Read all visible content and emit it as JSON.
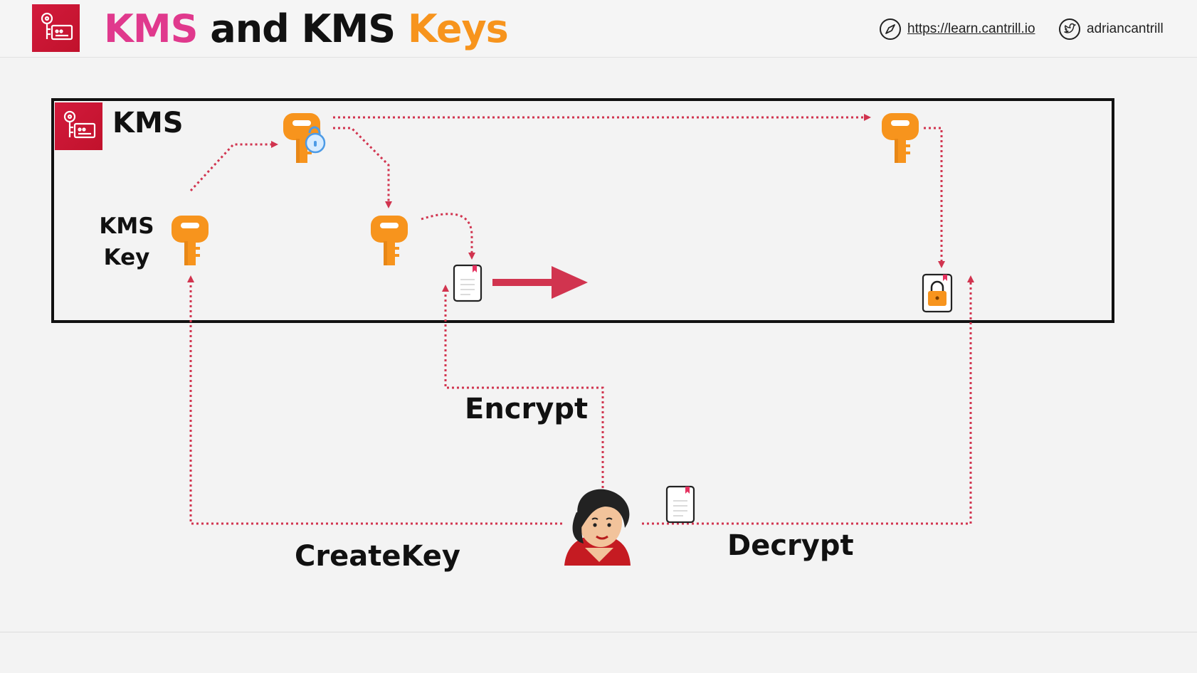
{
  "header": {
    "title_part1": "KMS",
    "title_part2": "and KMS",
    "title_part3": "Keys",
    "website": "https://learn.cantrill.io",
    "twitter": "adriancantrill",
    "colors": {
      "pink": "#e0398d",
      "orange": "#f7941d",
      "brand_red": "#d21a3c"
    }
  },
  "diagram": {
    "kms_label": "KMS",
    "kms_key_line1": "KMS",
    "kms_key_line2": "Key",
    "encrypt_label": "Encrypt",
    "decrypt_label": "Decrypt",
    "createkey_label": "CreateKey",
    "colors": {
      "key": "#f7941d",
      "flow": "#d1344f",
      "lock": "#4d9be6"
    },
    "icons": [
      "key-icon",
      "encrypted-key-icon",
      "document-icon",
      "locked-document-icon",
      "user-avatar-icon",
      "arrow-right-icon"
    ]
  }
}
